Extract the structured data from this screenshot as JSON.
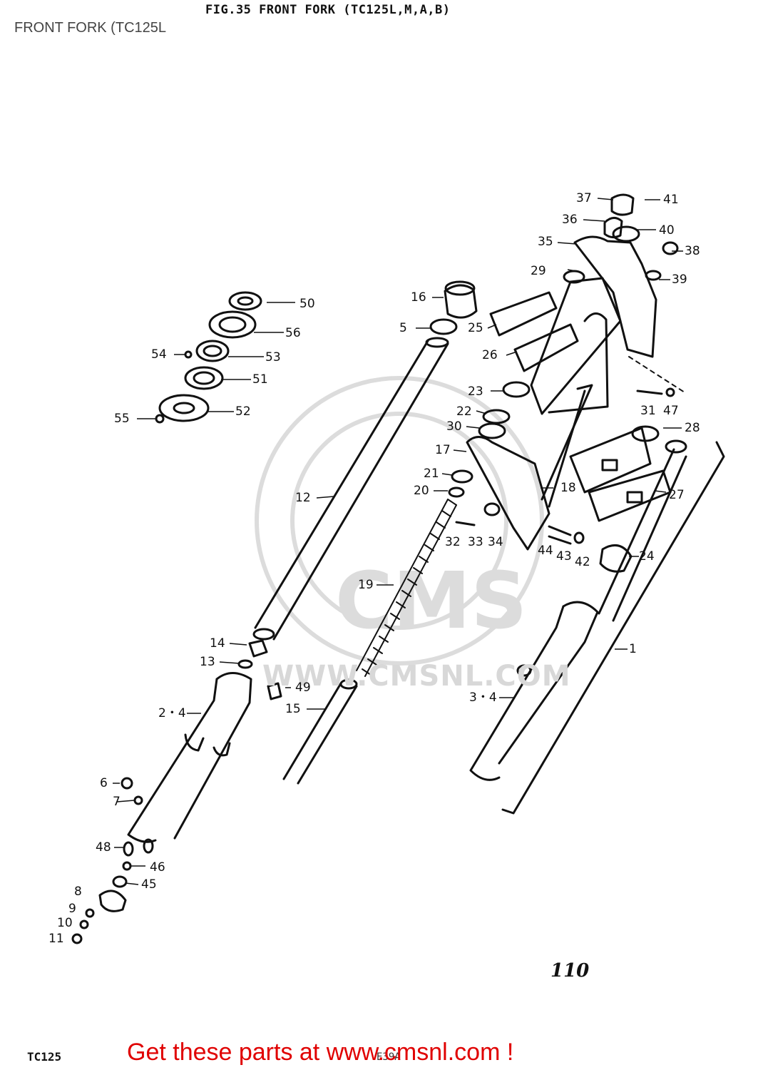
{
  "header": {
    "figure_title": "FIG.35  FRONT FORK (TC125L,M,A,B)",
    "overlay_title": "FRONT FORK (TC125L"
  },
  "footer": {
    "page_number": "110",
    "model": "TC125",
    "drawing_code": "E39A",
    "cta": "Get these parts at www.cmsnl.com !"
  },
  "watermark": {
    "brand": "CMS",
    "url": "WWW.CMSNL.COM"
  },
  "colors": {
    "line": "#111111",
    "cta": "#e00000",
    "watermark": "#d8d8d8"
  },
  "part_labels": {
    "p1": "1",
    "p2_4": "2・4",
    "p3_4": "3・4",
    "p5": "5",
    "p6": "6",
    "p7": "7",
    "p8": "8",
    "p9": "9",
    "p10": "10",
    "p11": "11",
    "p12": "12",
    "p13": "13",
    "p14": "14",
    "p15": "15",
    "p16": "16",
    "p17": "17",
    "p18": "18",
    "p19": "19",
    "p20": "20",
    "p21": "21",
    "p22": "22",
    "p23": "23",
    "p24": "24",
    "p25": "25",
    "p26": "26",
    "p27": "27",
    "p28": "28",
    "p29": "29",
    "p30": "30",
    "p31": "31",
    "p32": "32",
    "p33": "33",
    "p34": "34",
    "p35": "35",
    "p36": "36",
    "p37": "37",
    "p38": "38",
    "p39": "39",
    "p40": "40",
    "p41": "41",
    "p42": "42",
    "p43": "43",
    "p44": "44",
    "p45": "45",
    "p46": "46",
    "p47": "47",
    "p48": "48",
    "p49": "49",
    "p50": "50",
    "p51": "51",
    "p52": "52",
    "p53": "53",
    "p54": "54",
    "p55": "55",
    "p56": "56"
  }
}
